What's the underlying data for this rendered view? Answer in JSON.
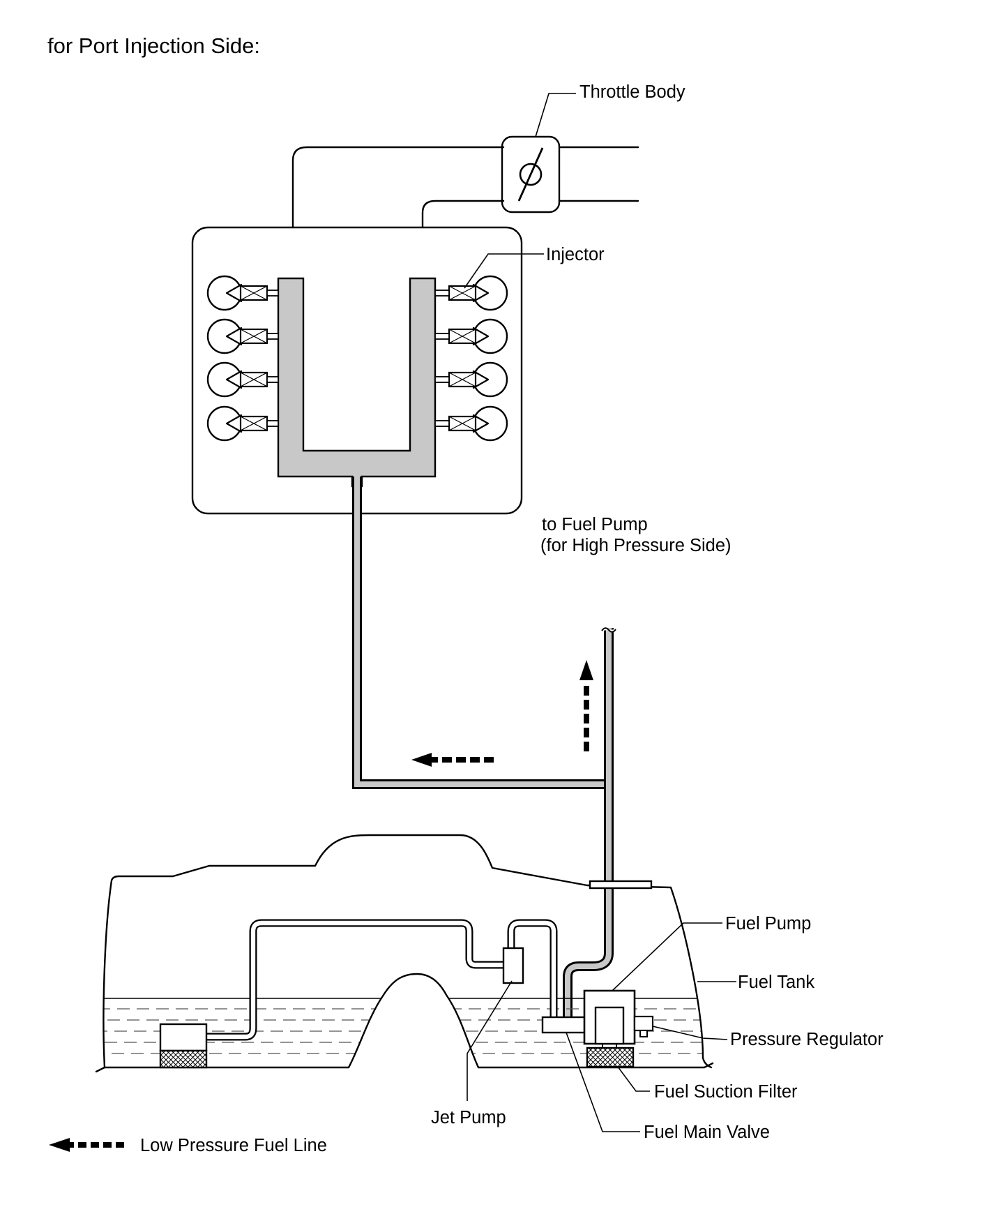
{
  "title": "for Port Injection Side:",
  "labels": {
    "throttle_body": "Throttle Body",
    "injector": "Injector",
    "to_fuel_pump_line1": "to Fuel Pump",
    "to_fuel_pump_line2": "(for High Pressure Side)",
    "fuel_pump": "Fuel Pump",
    "fuel_tank": "Fuel Tank",
    "pressure_regulator": "Pressure Regulator",
    "fuel_suction_filter": "Fuel Suction Filter",
    "jet_pump": "Jet Pump",
    "fuel_main_valve": "Fuel Main Valve"
  },
  "legend": {
    "low_pressure_fuel_line": "Low Pressure Fuel Line"
  },
  "colors": {
    "line": "#000000",
    "fuel_pipe_fill": "#c8c8c8",
    "background": "#ffffff"
  },
  "icons": [
    "throttle-valve-icon",
    "injector-icon",
    "cylinder-icon",
    "flow-arrow-icon"
  ]
}
